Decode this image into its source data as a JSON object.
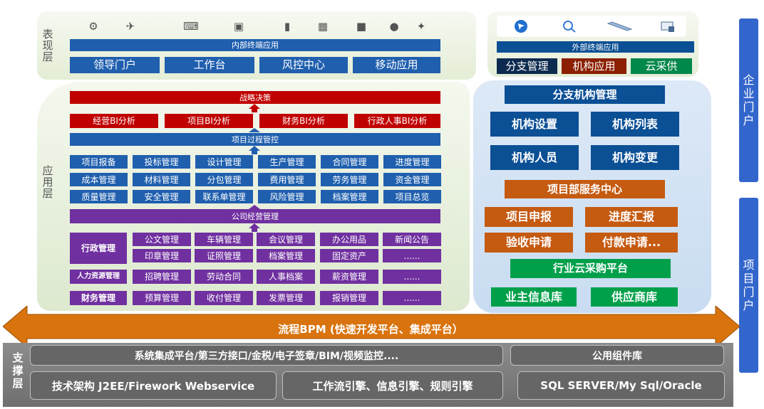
{
  "presentation": {
    "label": "表现层",
    "internal_title": "内部终端应用",
    "internal_apps": [
      "领导门户",
      "工作台",
      "风控中心",
      "移动应用"
    ],
    "icons": [
      "scanner-icon",
      "scanner-icon",
      "device-icon",
      "monitor-icon",
      "phone-icon",
      "pda-icon",
      "mobile-icon",
      "globe-icon",
      "gear-icon"
    ],
    "external_title": "外部终端应用",
    "external_apps": [
      "分支管理",
      "机构应用",
      "云采供"
    ],
    "external_icons": [
      "arrow-icon",
      "search-icon",
      "pen-icon",
      "card-icon"
    ]
  },
  "application": {
    "label": "应用层",
    "strategy": "战略决策",
    "bi": [
      "经营BI分析",
      "项目BI分析",
      "财务BI分析",
      "行政人事BI分析"
    ],
    "process": "项目过程管控",
    "modules": [
      [
        "项目报备",
        "投标管理",
        "设计管理",
        "生产管理",
        "合同管理",
        "进度管理"
      ],
      [
        "成本管理",
        "材料管理",
        "分包管理",
        "费用管理",
        "劳务管理",
        "资金管理"
      ],
      [
        "质量管理",
        "安全管理",
        "联系单管理",
        "风险管理",
        "档案管理",
        "项目总览"
      ]
    ],
    "company": "公司经营管理",
    "admin_label": "行政管理",
    "admin_rows": [
      [
        "公文管理",
        "车辆管理",
        "会议管理",
        "办公用品",
        "新闻公告"
      ],
      [
        "印章管理",
        "证照管理",
        "档案管理",
        "固定资产",
        "......"
      ]
    ],
    "hr_label": "人力资源管理",
    "hr_items": [
      "招聘管理",
      "劳动合同",
      "人事档案",
      "薪资管理",
      "......"
    ],
    "fin_label": "财务管理",
    "fin_items": [
      "预算管理",
      "收付管理",
      "发票管理",
      "报销管理",
      "......"
    ]
  },
  "right": {
    "branch_title": "分支机构管理",
    "branch_items": [
      "机构设置",
      "机构列表",
      "机构人员",
      "机构变更"
    ],
    "project_title": "项目部服务中心",
    "project_items": [
      "项目申报",
      "进度汇报",
      "验收申请",
      "付款申请..."
    ],
    "cloud_title": "行业云采购平台",
    "cloud_items": [
      "业主信息库",
      "供应商库"
    ]
  },
  "portals": {
    "enterprise": "企业门户",
    "project": "项目门户"
  },
  "bpm": "流程BPM (快速开发平台、集成平台）",
  "support": {
    "label": "支撑层",
    "integration": "系统集成平台/第三方接口/金税/电子签章/BIM/视频监控....",
    "components": "公用组件库",
    "tech": "技术架构 J2EE/Firework Webservice",
    "engines": "工作流引擎、信息引擎、规则引擎",
    "db": "SQL SERVER/My Sql/Oracle"
  }
}
